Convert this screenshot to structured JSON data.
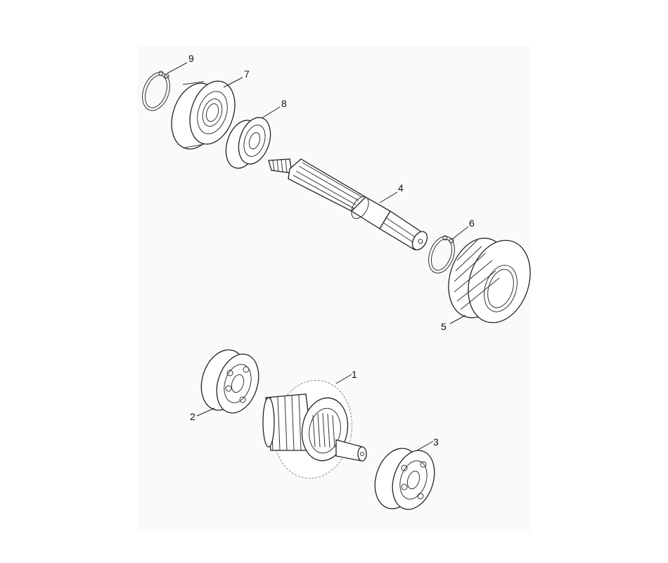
{
  "parts": [
    {
      "id": "circlip-9",
      "label": "9"
    },
    {
      "id": "bearing-7",
      "label": "7"
    },
    {
      "id": "bearing-8",
      "label": "8"
    },
    {
      "id": "shaft-4",
      "label": "4"
    },
    {
      "id": "circlip-6",
      "label": "6"
    },
    {
      "id": "gear-5",
      "label": "5"
    },
    {
      "id": "gear-1",
      "label": "1"
    },
    {
      "id": "bearing-2",
      "label": "2"
    },
    {
      "id": "bearing-3",
      "label": "3"
    }
  ]
}
